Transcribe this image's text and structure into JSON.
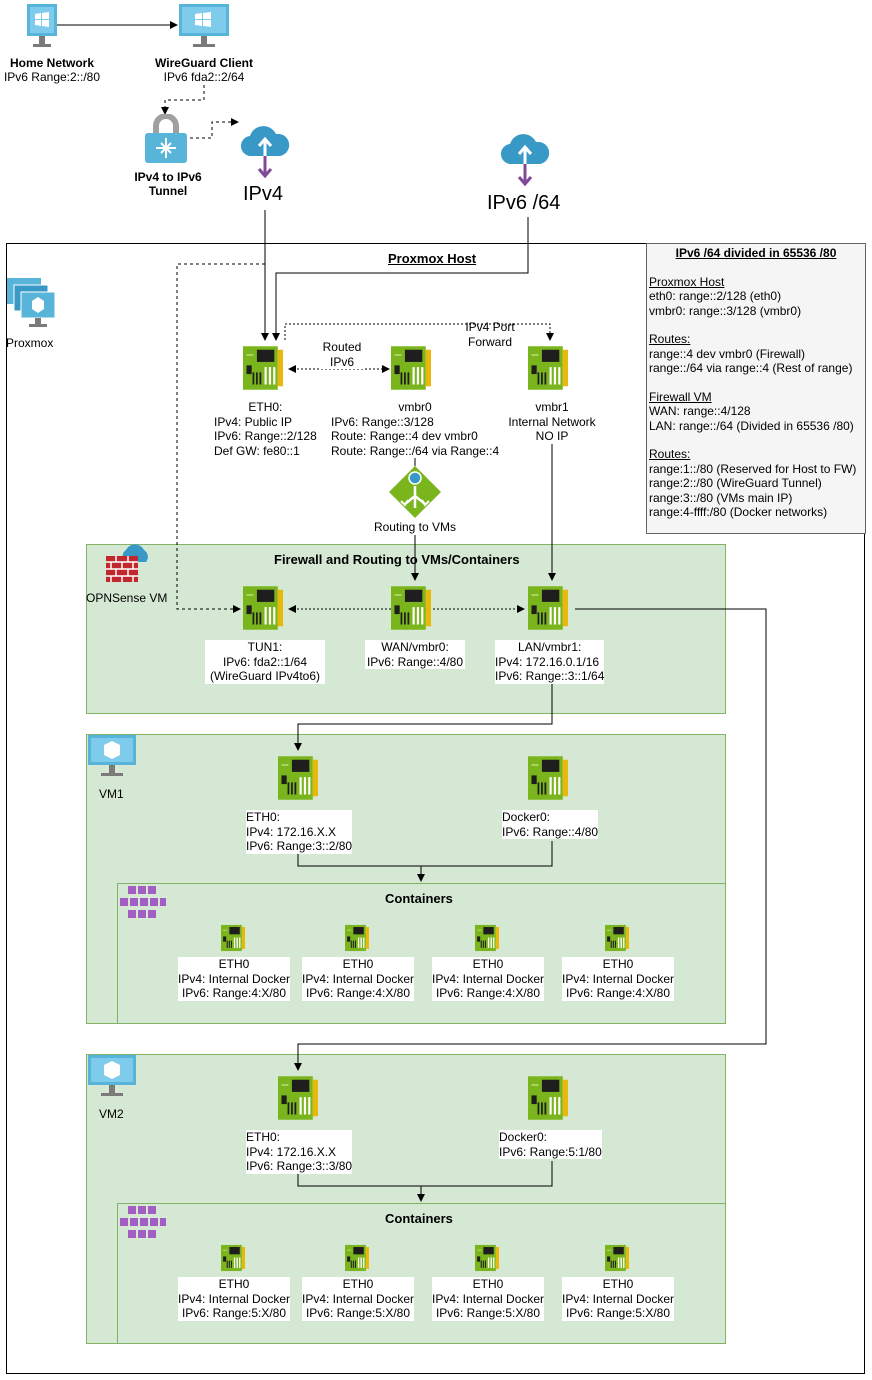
{
  "top": {
    "home_network": {
      "title": "Home Network",
      "sub": "IPv6 Range:2::/80"
    },
    "wireguard_client": {
      "title": "WireGuard Client",
      "sub": "IPv6 fda2::2/64"
    },
    "tunnel": {
      "line1": "IPv4 to IPv6",
      "line2": "Tunnel"
    },
    "ipv4_cloud": "IPv4",
    "ipv6_cloud": "IPv6 /64"
  },
  "host": {
    "title": "Proxmox Host",
    "proxmox_label": "Proxmox",
    "routed_ipv6": {
      "line1": "Routed",
      "line2": "IPv6"
    },
    "port_forward": {
      "line1": "IPv4 Port",
      "line2": "Forward"
    },
    "eth0": [
      "ETH0:",
      "IPv4: Public IP",
      "IPv6: Range::2/128",
      "Def GW: fe80::1"
    ],
    "vmbr0": [
      "vmbr0",
      "IPv6: Range::3/128",
      "Route: Range::4 dev vmbr0",
      "Route: Range::/64 via Range::4"
    ],
    "vmbr1": [
      "vmbr1",
      "Internal Network",
      "NO IP"
    ],
    "routing_label": "Routing to VMs"
  },
  "info_box": {
    "title": "IPv6 /64 divided in 65536 /80",
    "sections": [
      {
        "heading": "Proxmox Host",
        "lines": [
          "eth0: range::2/128 (eth0)",
          "vmbr0: range::3/128 (vmbr0)"
        ]
      },
      {
        "heading": "Routes:",
        "lines": [
          "range::4 dev vmbr0 (Firewall)",
          "range::/64 via range::4 (Rest of range)"
        ]
      },
      {
        "heading": "Firewall VM",
        "lines": [
          "WAN: range::4/128",
          "LAN: range::/64 (Divided in 65536 /80)"
        ]
      },
      {
        "heading": "Routes:",
        "lines": [
          "range:1::/80 (Reserved for Host to FW)",
          "range:2::/80 (WireGuard Tunnel)",
          "range:3::/80 (VMs main IP)",
          "range:4-ffff:/80 (Docker networks)"
        ]
      }
    ]
  },
  "firewall": {
    "title": "Firewall and Routing to VMs/Containers",
    "opnsense_label": "OPNSense VM",
    "tun1": [
      "TUN1:",
      "IPv6: fda2::1/64",
      "(WireGuard IPv4to6)"
    ],
    "wan": [
      "WAN/vmbr0:",
      "IPv6: Range::4/80"
    ],
    "lan": [
      "LAN/vmbr1:",
      "IPv4: 172.16.0.1/16",
      "IPv6: Range::3::1/64"
    ]
  },
  "vm1": {
    "label": "VM1",
    "eth0": [
      "ETH0:",
      "IPv4: 172.16.X.X",
      "IPv6: Range:3::2/80"
    ],
    "docker0": [
      "Docker0:",
      "IPv6: Range::4/80"
    ],
    "containers_title": "Containers",
    "containers": [
      [
        "ETH0",
        "IPv4: Internal Docker",
        "IPv6: Range:4:X/80"
      ],
      [
        "ETH0",
        "IPv4: Internal Docker",
        "IPv6: Range:4:X/80"
      ],
      [
        "ETH0",
        "IPv4: Internal Docker",
        "IPv6: Range:4:X/80"
      ],
      [
        "ETH0",
        "IPv4: Internal Docker",
        "IPv6: Range:4:X/80"
      ]
    ]
  },
  "vm2": {
    "label": "VM2",
    "eth0": [
      "ETH0:",
      "IPv4: 172.16.X.X",
      "IPv6: Range:3::3/80"
    ],
    "docker0": [
      "Docker0:",
      "IPv6: Range:5:1/80"
    ],
    "containers_title": "Containers",
    "containers": [
      [
        "ETH0",
        "IPv4: Internal Docker",
        "IPv6: Range:5:X/80"
      ],
      [
        "ETH0",
        "IPv4: Internal Docker",
        "IPv6: Range:5:X/80"
      ],
      [
        "ETH0",
        "IPv4: Internal Docker",
        "IPv6: Range:5:X/80"
      ],
      [
        "ETH0",
        "IPv4: Internal Docker",
        "IPv6: Range:5:X/80"
      ]
    ]
  },
  "colors": {
    "green_fill": "#d5e8d4",
    "green_border": "#82b366",
    "nic_green": "#7ab51d",
    "cloud_blue": "#3999c6",
    "arrow_purple": "#804998",
    "monitor_blue": "#59b4d9",
    "container_purple": "#a35ec4"
  }
}
